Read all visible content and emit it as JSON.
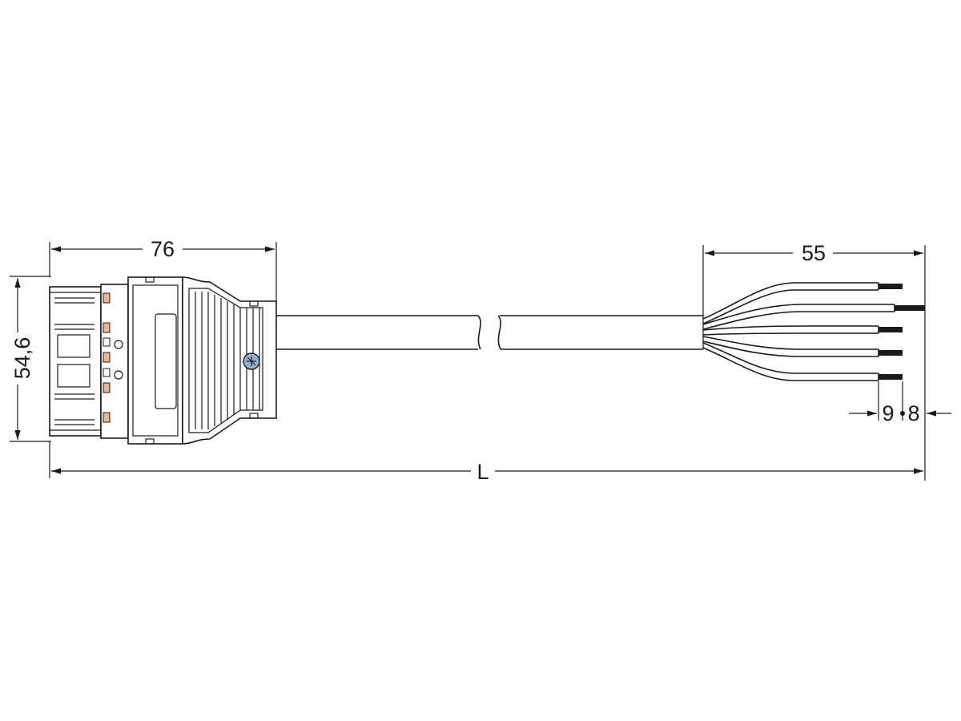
{
  "dimensions": {
    "connector_length": "76",
    "connector_height": "54,6",
    "strip_length": "55",
    "wire_end_a": "9",
    "wire_end_b": "8",
    "total_length": "L"
  },
  "colors": {
    "line": "#1a1a1a",
    "contact_accent": "#f0b48a",
    "screw_accent": "#8fb3cc",
    "background": "#ffffff"
  }
}
